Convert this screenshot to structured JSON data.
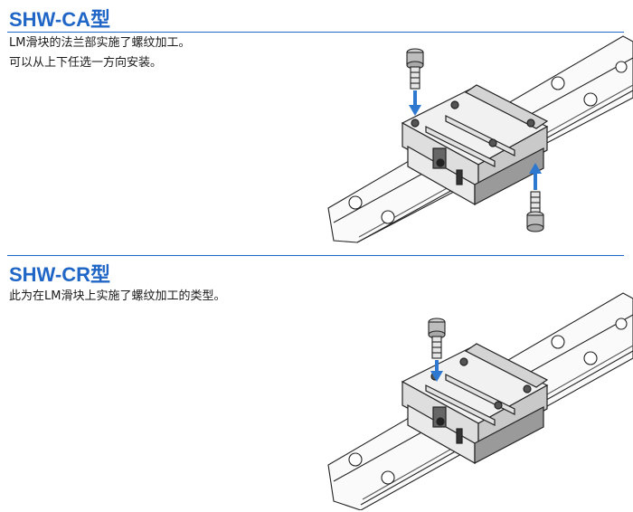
{
  "section_ca": {
    "title": "SHW-CA型",
    "line1": "LM滑块的法兰部实施了螺纹加工。",
    "line2": "可以从上下任选一方向安装。"
  },
  "section_cr": {
    "title": "SHW-CR型",
    "line1": "此为在LM滑块上实施了螺纹加工的类型。"
  },
  "colors": {
    "accent": "#1f66c6",
    "arrow": "#2f78d0"
  },
  "icons": [
    "bolt-icon",
    "arrow-down-icon",
    "arrow-up-icon"
  ]
}
